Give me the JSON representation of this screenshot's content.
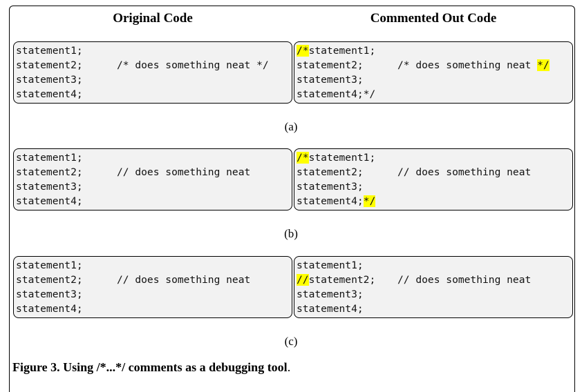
{
  "headers": {
    "left": "Original Code",
    "right": "Commented Out Code"
  },
  "panels": [
    {
      "label": "(a)",
      "original": [
        {
          "code": "statement1;",
          "comment": ""
        },
        {
          "code": "statement2;",
          "comment": "/* does something neat */"
        },
        {
          "code": "statement3;",
          "comment": ""
        },
        {
          "code": "statement4;",
          "comment": ""
        }
      ],
      "commented": [
        {
          "pre_hl": "",
          "hl": "/*",
          "code": "statement1;",
          "comment": "",
          "comment_hl": "",
          "post_hl": ""
        },
        {
          "pre_hl": "",
          "hl": "",
          "code": "statement2;",
          "comment": "/* does something neat ",
          "comment_hl": "*/",
          "post_hl": ""
        },
        {
          "pre_hl": "",
          "hl": "",
          "code": "statement3;",
          "comment": "",
          "comment_hl": "",
          "post_hl": ""
        },
        {
          "pre_hl": "",
          "hl": "",
          "code": "statement4;*/",
          "comment": "",
          "comment_hl": "",
          "post_hl": ""
        }
      ]
    },
    {
      "label": "(b)",
      "original": [
        {
          "code": "statement1;",
          "comment": ""
        },
        {
          "code": "statement2;",
          "comment": "// does something neat"
        },
        {
          "code": "statement3;",
          "comment": ""
        },
        {
          "code": "statement4;",
          "comment": ""
        }
      ],
      "commented": [
        {
          "pre_hl": "",
          "hl": "/*",
          "code": "statement1;",
          "comment": "",
          "comment_hl": "",
          "post_hl": ""
        },
        {
          "pre_hl": "",
          "hl": "",
          "code": "statement2;",
          "comment": "// does something neat",
          "comment_hl": "",
          "post_hl": ""
        },
        {
          "pre_hl": "",
          "hl": "",
          "code": "statement3;",
          "comment": "",
          "comment_hl": "",
          "post_hl": ""
        },
        {
          "pre_hl": "",
          "hl": "",
          "code": "statement4;",
          "comment": "",
          "comment_hl": "",
          "post_hl": "*/"
        }
      ]
    },
    {
      "label": "(c)",
      "original": [
        {
          "code": "statement1;",
          "comment": ""
        },
        {
          "code": "statement2;",
          "comment": "// does something neat"
        },
        {
          "code": "statement3;",
          "comment": ""
        },
        {
          "code": "statement4;",
          "comment": ""
        }
      ],
      "commented": [
        {
          "pre_hl": "",
          "hl": "",
          "code": "statement1;",
          "comment": "",
          "comment_hl": "",
          "post_hl": ""
        },
        {
          "pre_hl": "",
          "hl": "//",
          "code": "statement2;",
          "comment": "// does something neat",
          "comment_hl": "",
          "post_hl": ""
        },
        {
          "pre_hl": "",
          "hl": "",
          "code": "statement3;",
          "comment": "",
          "comment_hl": "",
          "post_hl": ""
        },
        {
          "pre_hl": "",
          "hl": "",
          "code": "statement4;",
          "comment": "",
          "comment_hl": "",
          "post_hl": ""
        }
      ]
    }
  ],
  "caption": {
    "bold": "Figure 3. Using /*...*/ comments as a debugging tool",
    "rest": "."
  },
  "colors": {
    "highlight": "#ffff00",
    "code_background": "#f2f2f2"
  }
}
